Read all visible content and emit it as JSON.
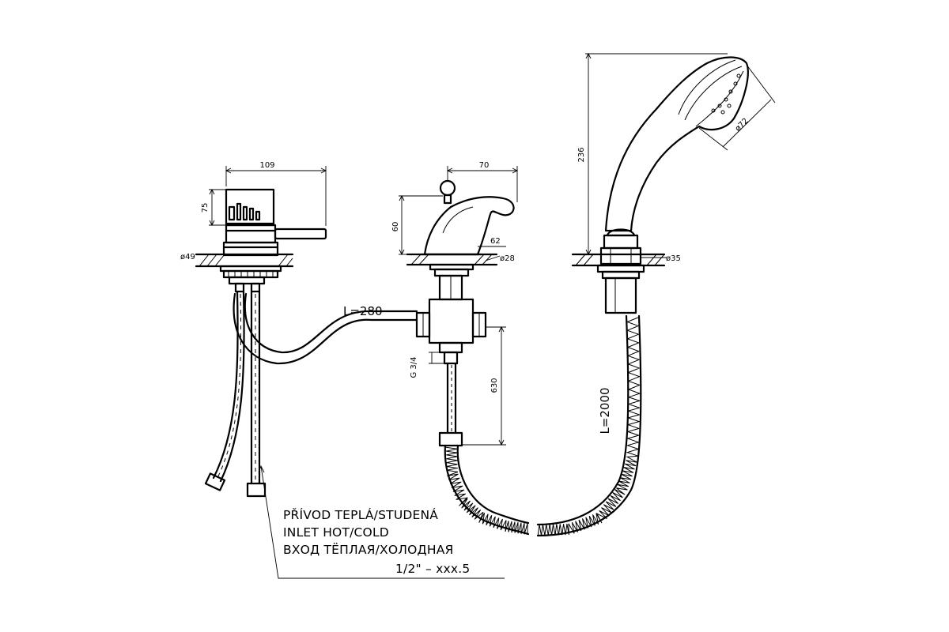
{
  "dimensions": {
    "mixer_width": "109",
    "mixer_height": "75",
    "mixer_base_dia": "ø49",
    "spout_width": "70",
    "spout_height": "60",
    "spout_reach": "62",
    "spout_base_dia": "ø28",
    "shower_height": "236",
    "shower_head_dia": "ø72",
    "shower_base_dia": "ø35",
    "pipe_length": "L=280",
    "thread": "G 3/4",
    "drop_length": "630",
    "hose_length": "L=2000"
  },
  "inlet_label": {
    "line1": "PŘÍVOD TEPLÁ/STUDENÁ",
    "line2": "INLET HOT/COLD",
    "line3": "ВХОД ТЁПЛАЯ/ХОЛОДНАЯ",
    "line4": "1/2\" – xxx.5"
  }
}
